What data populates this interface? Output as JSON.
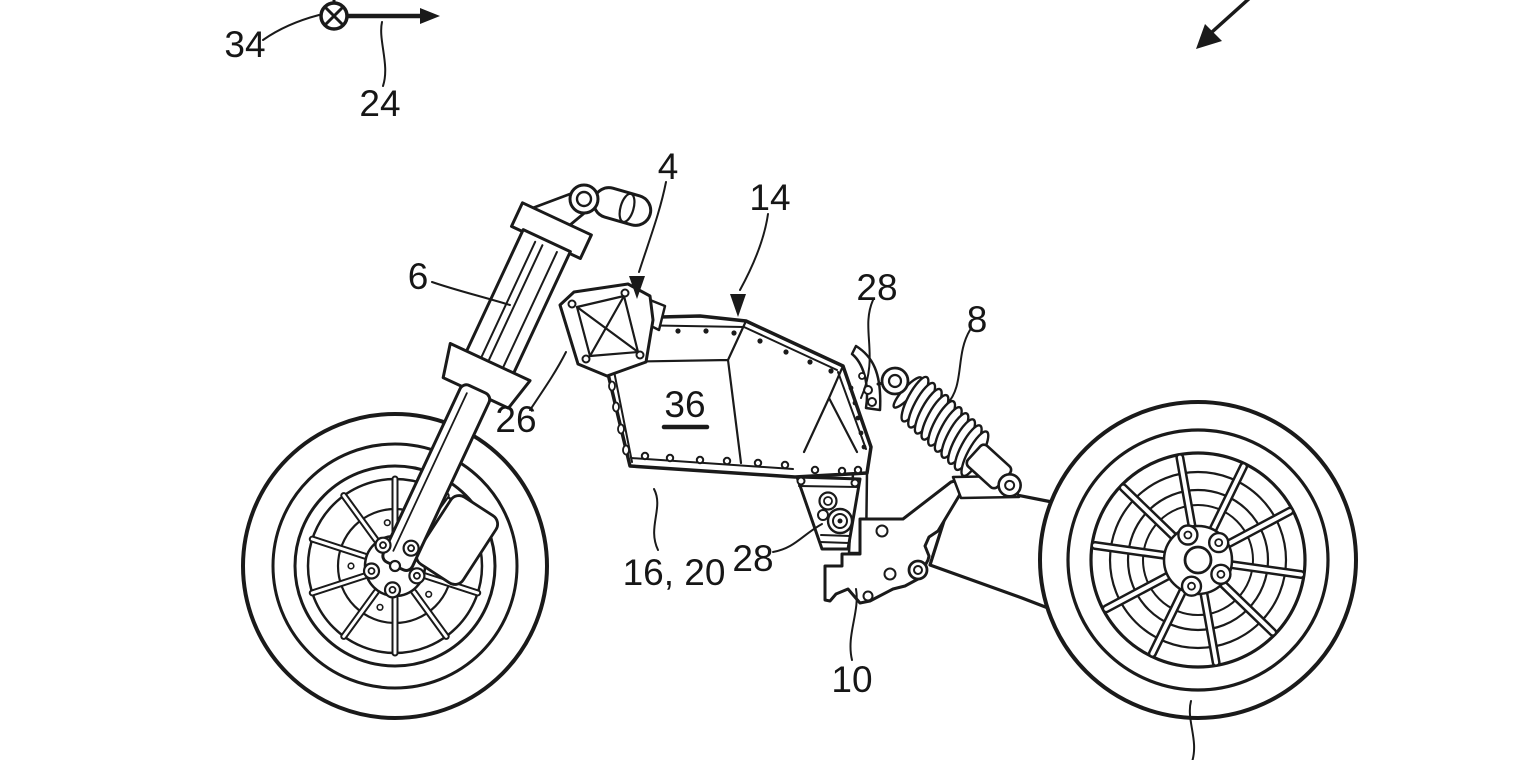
{
  "figure": {
    "kind": "patent line drawing",
    "subject": "electric motorcycle side view with battery housing, telescopic fork, rear shock absorber and spoked wheels",
    "background_color": "#ffffff",
    "line_color": "#1a1a1a"
  },
  "symbols": {
    "axis_into_page": "circled-x with right-pointing arrow",
    "direction_arrow": "diagonal arrow pointing down-left"
  },
  "reference_labels": [
    {
      "text": "34"
    },
    {
      "text": "24"
    },
    {
      "text": "4"
    },
    {
      "text": "14"
    },
    {
      "text": "6"
    },
    {
      "text": "26"
    },
    {
      "text": "36",
      "underlined": true
    },
    {
      "text": "28"
    },
    {
      "text": "8"
    },
    {
      "text": "16, 20"
    },
    {
      "text": "28"
    },
    {
      "text": "10"
    }
  ]
}
